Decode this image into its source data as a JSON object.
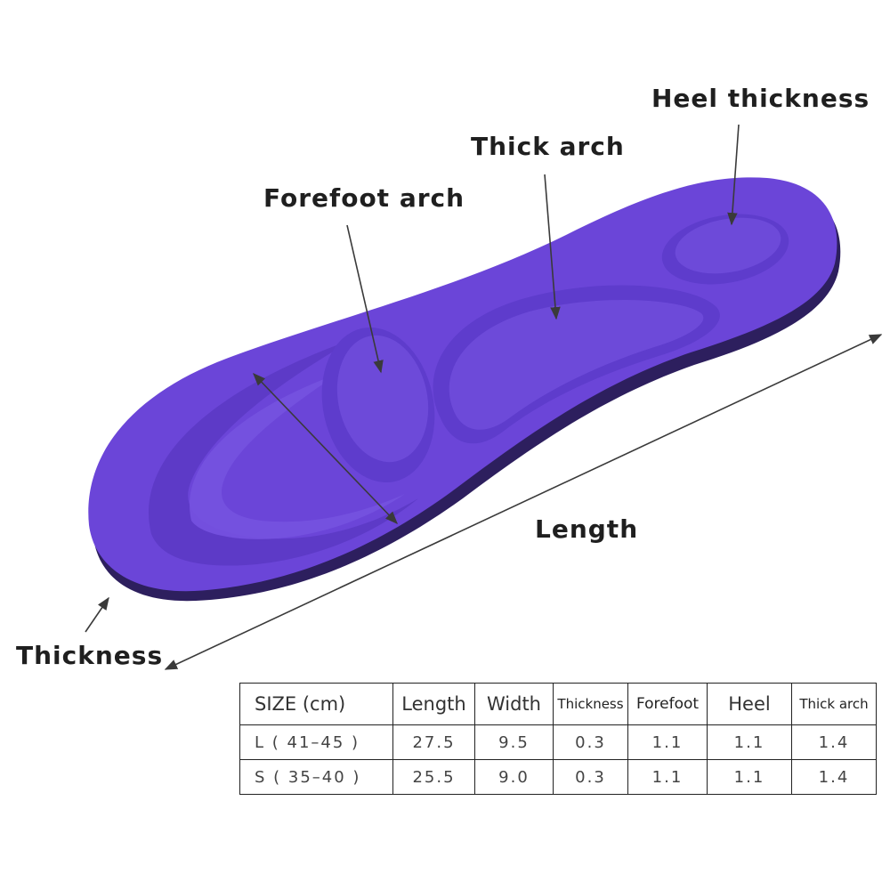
{
  "labels": {
    "heel_thickness": "Heel thickness",
    "thick_arch": "Thick arch",
    "forefoot_arch": "Forefoot arch",
    "length": "Length",
    "thickness": "Thickness"
  },
  "colors": {
    "insole_purple": "#6b45d8",
    "insole_dark": "#4b2fa6",
    "insole_edge": "#2d1f5e",
    "arrow": "#3a3a3a"
  },
  "table": {
    "headers": [
      "SIZE (cm)",
      "Length",
      "Width",
      "Thickness",
      "Forefoot",
      "Heel",
      "Thick arch"
    ],
    "rows": [
      [
        "L ( 41–45 )",
        "27.5",
        "9.5",
        "0.3",
        "1.1",
        "1.1",
        "1.4"
      ],
      [
        "S ( 35–40 )",
        "25.5",
        "9.0",
        "0.3",
        "1.1",
        "1.1",
        "1.4"
      ]
    ]
  }
}
